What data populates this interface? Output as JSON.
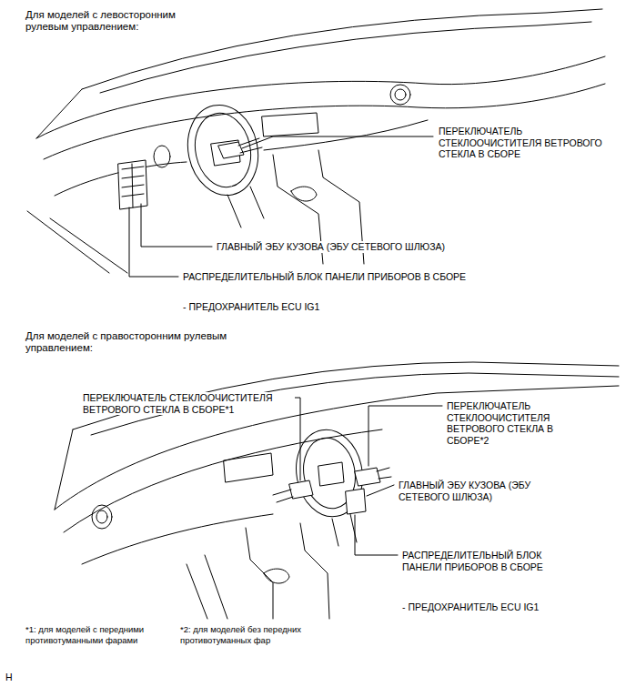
{
  "diagram": {
    "labels": [
      "Для моделей с левосторонним рулевым управлением:",
      "ПЕРЕКЛЮЧАТЕЛЬ СТЕКЛООЧИСТИТЕЛЯ ВЕТРОВОГО СТЕКЛА В СБОРЕ",
      "ГЛАВНЫЙ ЭБУ КУЗОВА (ЭБУ СЕТЕВОГО ШЛЮЗА)",
      "РАСПРЕДЕЛИТЕЛЬНЫЙ БЛОК ПАНЕЛИ ПРИБОРОВ В СБОРЕ",
      "- ПРЕДОХРАНИТЕЛЬ ECU IG1",
      "Для моделей с правосторонним рулевым управлением:",
      "ПЕРЕКЛЮЧАТЕЛЬ СТЕКЛООЧИСТИТЕЛЯ ВЕТРОВОГО СТЕКЛА В СБОРЕ*1",
      "ПЕРЕКЛЮЧАТЕЛЬ СТЕКЛООЧИСТИТЕЛЯ ВЕТРОВОГО СТЕКЛА В СБОРЕ*2",
      "ГЛАВНЫЙ ЭБУ КУЗОВА (ЭБУ СЕТЕВОГО ШЛЮЗА)",
      "РАСПРЕДЕЛИТЕЛЬНЫЙ БЛОК ПАНЕЛИ ПРИБОРОВ В СБОРЕ",
      "- ПРЕДОХРАНИТЕЛЬ ECU IG1",
      "*1: для моделей с передними противотуманными фарами",
      "*2: для моделей без передних противотуманных фар",
      "H"
    ]
  }
}
